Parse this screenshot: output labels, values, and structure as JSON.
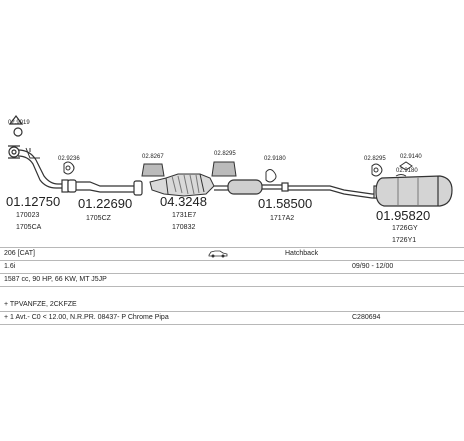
{
  "parts": [
    {
      "key": "p1",
      "number": "01.12750",
      "codes": [
        "170023",
        "1705CA"
      ]
    },
    {
      "key": "p2",
      "number": "01.22690",
      "codes": [
        "1705CZ"
      ]
    },
    {
      "key": "p3",
      "number": "04.3248",
      "codes": [
        "1731E7",
        "170832"
      ]
    },
    {
      "key": "p4",
      "number": "01.58500",
      "codes": [
        "1717A2"
      ]
    },
    {
      "key": "p5",
      "number": "01.95820",
      "codes": [
        "1726GY",
        "1726Y1"
      ]
    }
  ],
  "fittings": {
    "f1": "02.9019",
    "f2": "02.9236",
    "f3": "02.8267",
    "f4": "02.8295",
    "f5": "02.9180",
    "f6": "02.8295",
    "f7": "02.9180",
    "f8": "02.9140"
  },
  "info": {
    "model": "206 [CAT]",
    "body_type": "Hatchback",
    "engine": "1.6i",
    "period": "09/90 - 12/00",
    "specs": "1587 cc, 90 HP, 66 KW, MT J5JP",
    "notes": "+ TPVANFZE, 2CKFZE",
    "extra": "+ 1 Avt.- C0 < 12.00, N.R.PR. 08437- P Chrome Pipa",
    "catalog_code": "C280694"
  },
  "colors": {
    "line": "#333333",
    "label": "#222222",
    "rule": "#b8b8b8"
  }
}
